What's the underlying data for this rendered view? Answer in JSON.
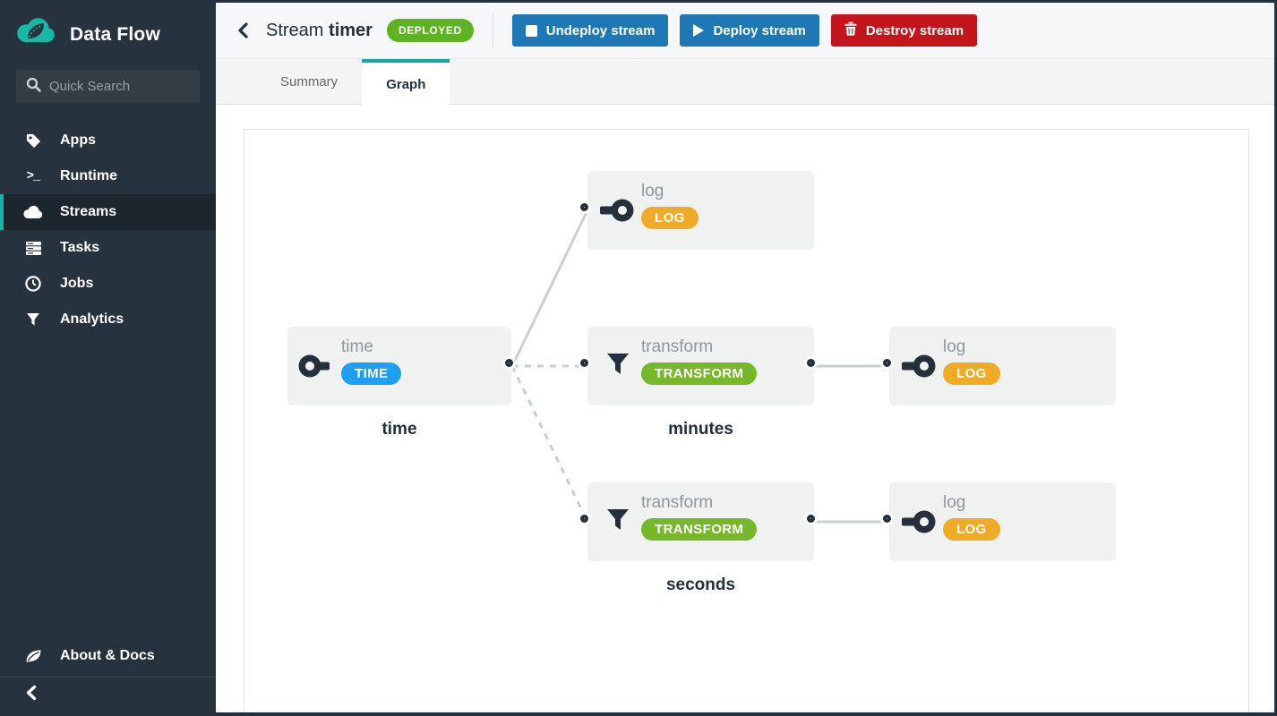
{
  "app": {
    "brand": "Data Flow"
  },
  "sidebar": {
    "search_placeholder": "Quick Search",
    "items": [
      {
        "label": "Apps",
        "icon": "tag-icon"
      },
      {
        "label": "Runtime",
        "icon": "terminal-icon"
      },
      {
        "label": "Streams",
        "icon": "cloud-icon",
        "active": true
      },
      {
        "label": "Tasks",
        "icon": "tasks-icon"
      },
      {
        "label": "Jobs",
        "icon": "clock-icon"
      },
      {
        "label": "Analytics",
        "icon": "funnel-icon"
      }
    ],
    "footer": {
      "about_label": "About & Docs"
    },
    "runtime_glyph": ">_"
  },
  "header": {
    "title_prefix": "Stream",
    "title_name": "timer",
    "status_badge": "DEPLOYED",
    "buttons": {
      "undeploy": "Undeploy stream",
      "deploy": "Deploy stream",
      "destroy": "Destroy stream"
    }
  },
  "tabs": {
    "summary": "Summary",
    "graph": "Graph"
  },
  "graph": {
    "nodes": [
      {
        "title": "time",
        "badge": "TIME",
        "kind": "source"
      },
      {
        "title": "log",
        "badge": "LOG",
        "kind": "sink"
      },
      {
        "title": "transform",
        "badge": "TRANSFORM",
        "kind": "processor"
      },
      {
        "title": "log",
        "badge": "LOG",
        "kind": "sink"
      },
      {
        "title": "transform",
        "badge": "TRANSFORM",
        "kind": "processor"
      },
      {
        "title": "log",
        "badge": "LOG",
        "kind": "sink"
      }
    ],
    "streams": [
      {
        "name": "time"
      },
      {
        "name": "minutes"
      },
      {
        "name": "seconds"
      }
    ]
  },
  "colors": {
    "sidebar_bg": "#26333e",
    "accent_teal": "#11b5a3",
    "button_blue": "#1d78b5",
    "button_red": "#c3161c",
    "badge_deployed": "#5db321",
    "badge_time": "#1e9ff2",
    "badge_log": "#f0ab26",
    "badge_transform": "#76b82a",
    "node_bg": "#f0f1f1",
    "connection_line": "#c8d0d6",
    "dark_ink": "#24313c"
  }
}
